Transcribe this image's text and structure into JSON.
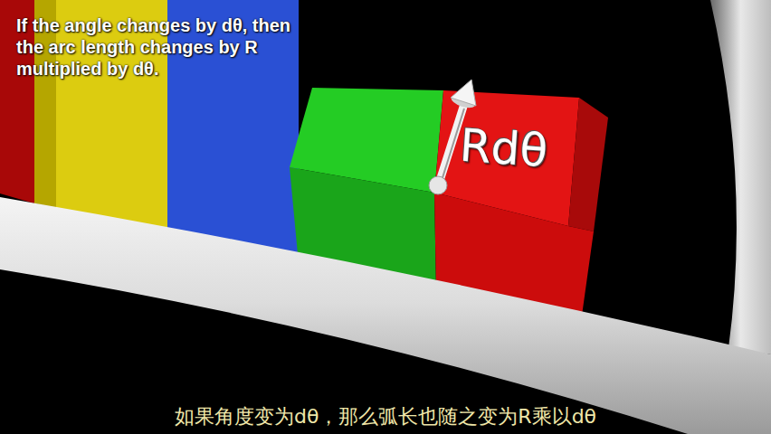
{
  "diagram": {
    "caption": "如果角度变为dθ，那么弧长也随之变为R乘以dθ",
    "labels": [
      "If the angle changes by dθ, then the arc length changes by R multiplied by dθ.",
      "Rdθ"
    ]
  }
}
